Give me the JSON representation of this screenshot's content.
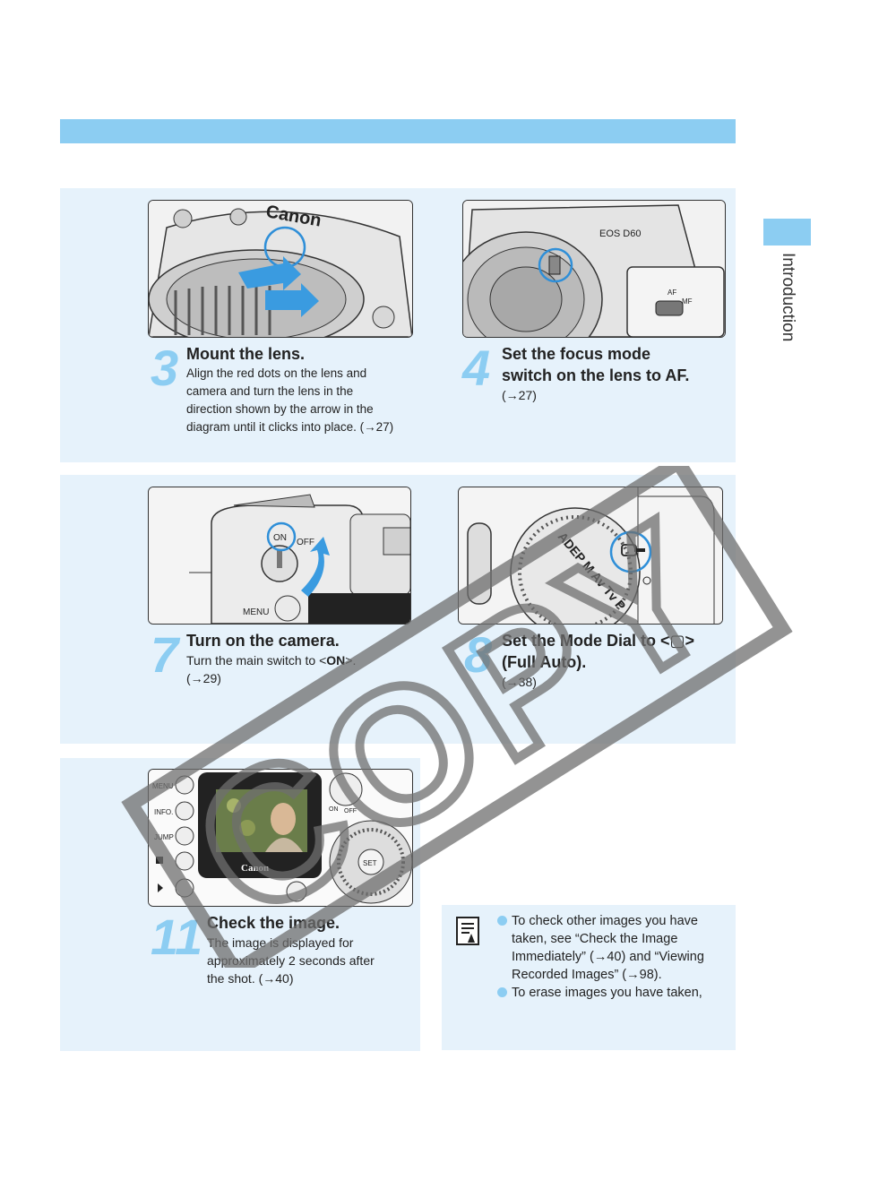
{
  "side_tab": {
    "label": "Introduction"
  },
  "steps": [
    {
      "number": "3",
      "title": "Mount the lens.",
      "body": [
        "Align the red dots on the lens and",
        "camera and turn the lens in the",
        "direction shown by the arrow in the",
        "diagram  until it clicks into place. (→27)"
      ]
    },
    {
      "number": "4",
      "title": [
        "Set the focus mode",
        "switch on the lens to AF."
      ],
      "body": [
        "(→27)"
      ]
    },
    {
      "number": "7",
      "title": "Turn on the camera.",
      "body_prefix": "Turn the main switch to <",
      "body_bold": "ON",
      "body_suffix": ">.",
      "body2": "(→29)"
    },
    {
      "number": "8",
      "title": [
        "Set the Mode Dial to <▢>",
        "(Full Auto)."
      ],
      "body": [
        "(→38)"
      ]
    },
    {
      "number": "11",
      "title": "Check the image.",
      "body": [
        "The image is displayed for",
        "approximately 2 seconds after",
        "the shot. (→40)"
      ]
    }
  ],
  "note": {
    "items": [
      [
        "To check other images you have",
        "taken, see “Check the Image",
        "Immediately” (→40) and “Viewing",
        "Recorded Images” (→98)."
      ],
      [
        "To erase images you have taken,"
      ]
    ]
  },
  "images": {
    "lens_brand": "Canon",
    "camera_model": "EOS D60",
    "switch_on": "ON",
    "switch_off": "OFF",
    "af_label": "AF",
    "mf_label": "MF",
    "menu_button": "MENU",
    "info_button": "INFO.",
    "jump_button": "JUMP",
    "set_button": "SET",
    "screen_brand": "Canon",
    "dial_modes": "ADEP M Av Tv P"
  },
  "watermark": "COPY",
  "colors": {
    "accent": "#8ccdf2",
    "panel": "#e6f2fb"
  }
}
